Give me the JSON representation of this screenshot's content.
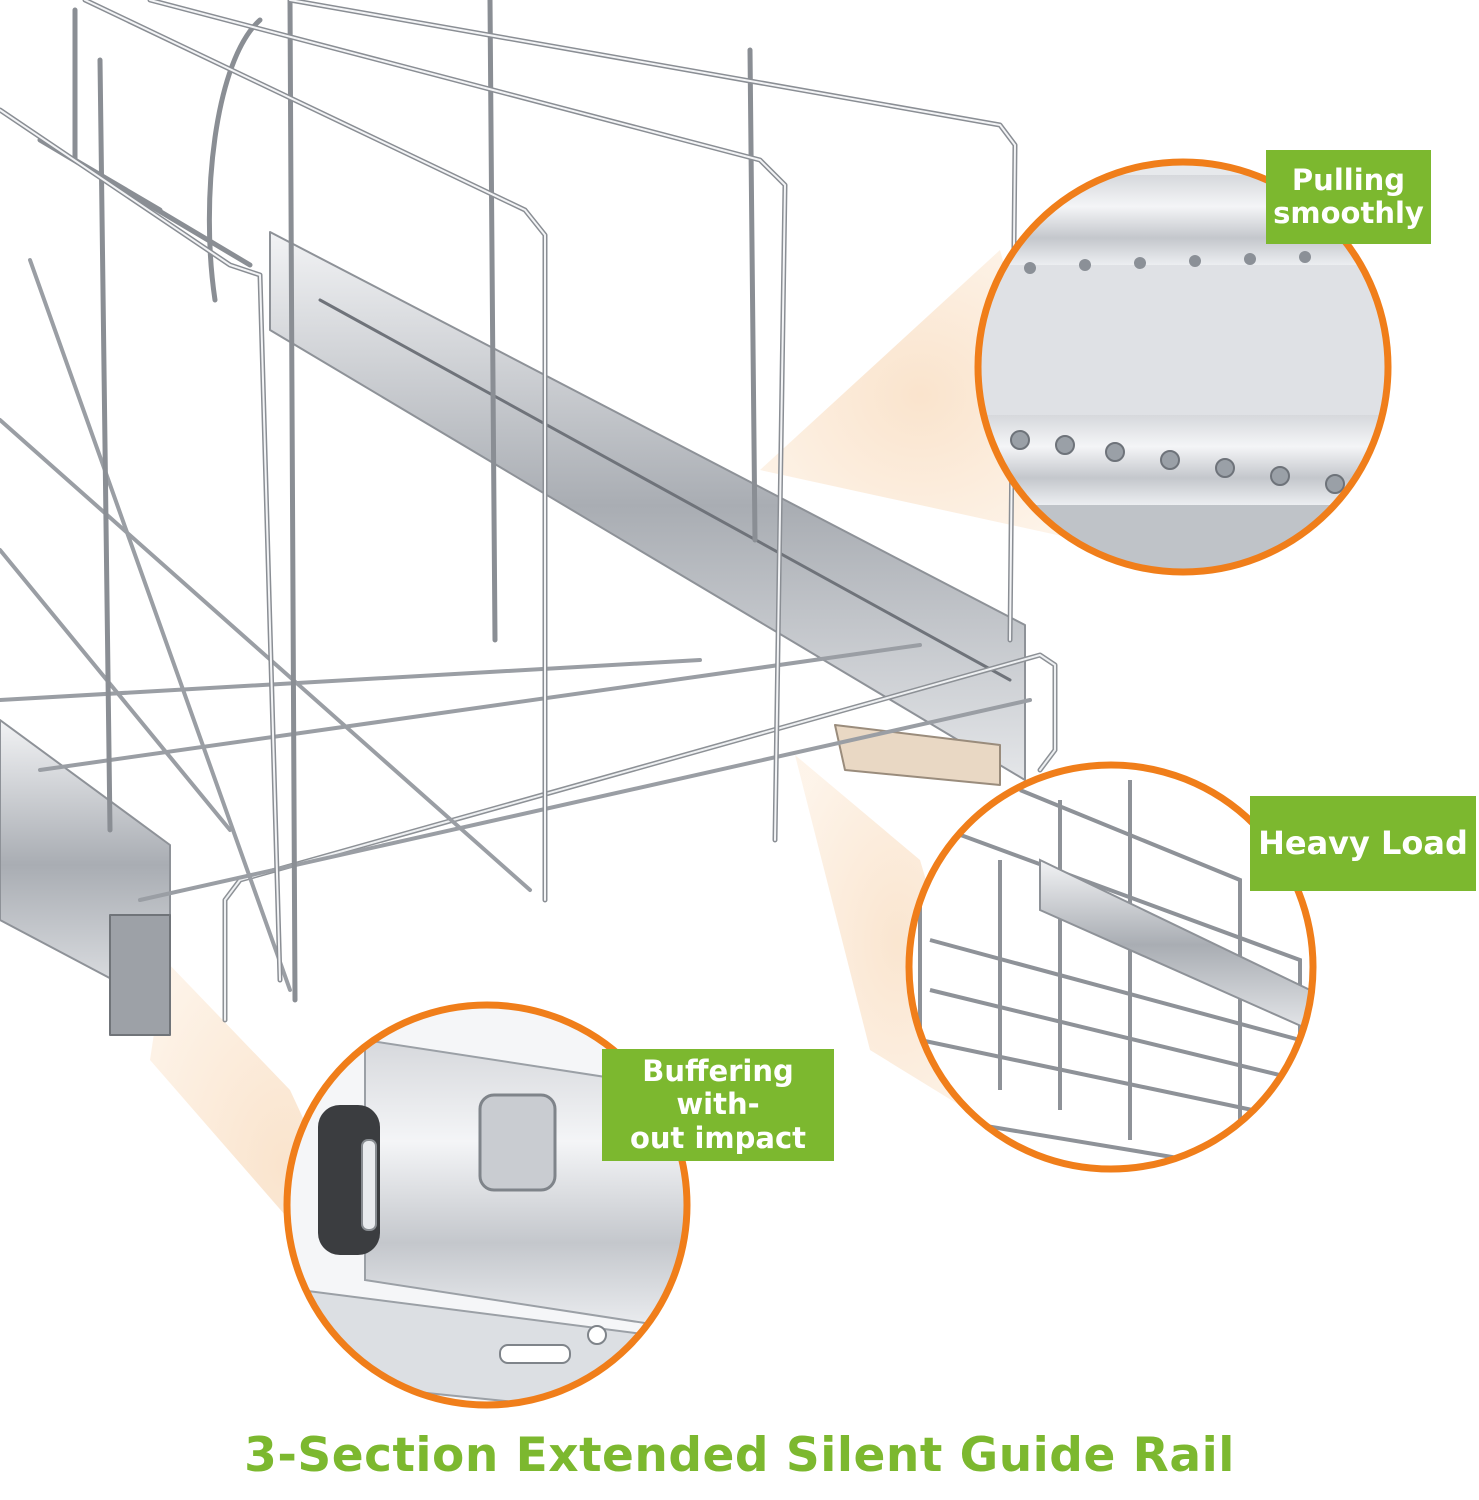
{
  "callouts": {
    "pulling": {
      "label": "Pulling\nsmoothly"
    },
    "heavy": {
      "label": "Heavy Load"
    },
    "buffering": {
      "label": "Buffering with-\nout impact"
    }
  },
  "headline": {
    "text": "3-Section Extended Silent Guide Rail"
  },
  "colors": {
    "accent_green": "#7cb82f",
    "ring_orange": "#f07e1a",
    "chrome": "#b8bcc2",
    "beam": "#f6d7b8"
  }
}
